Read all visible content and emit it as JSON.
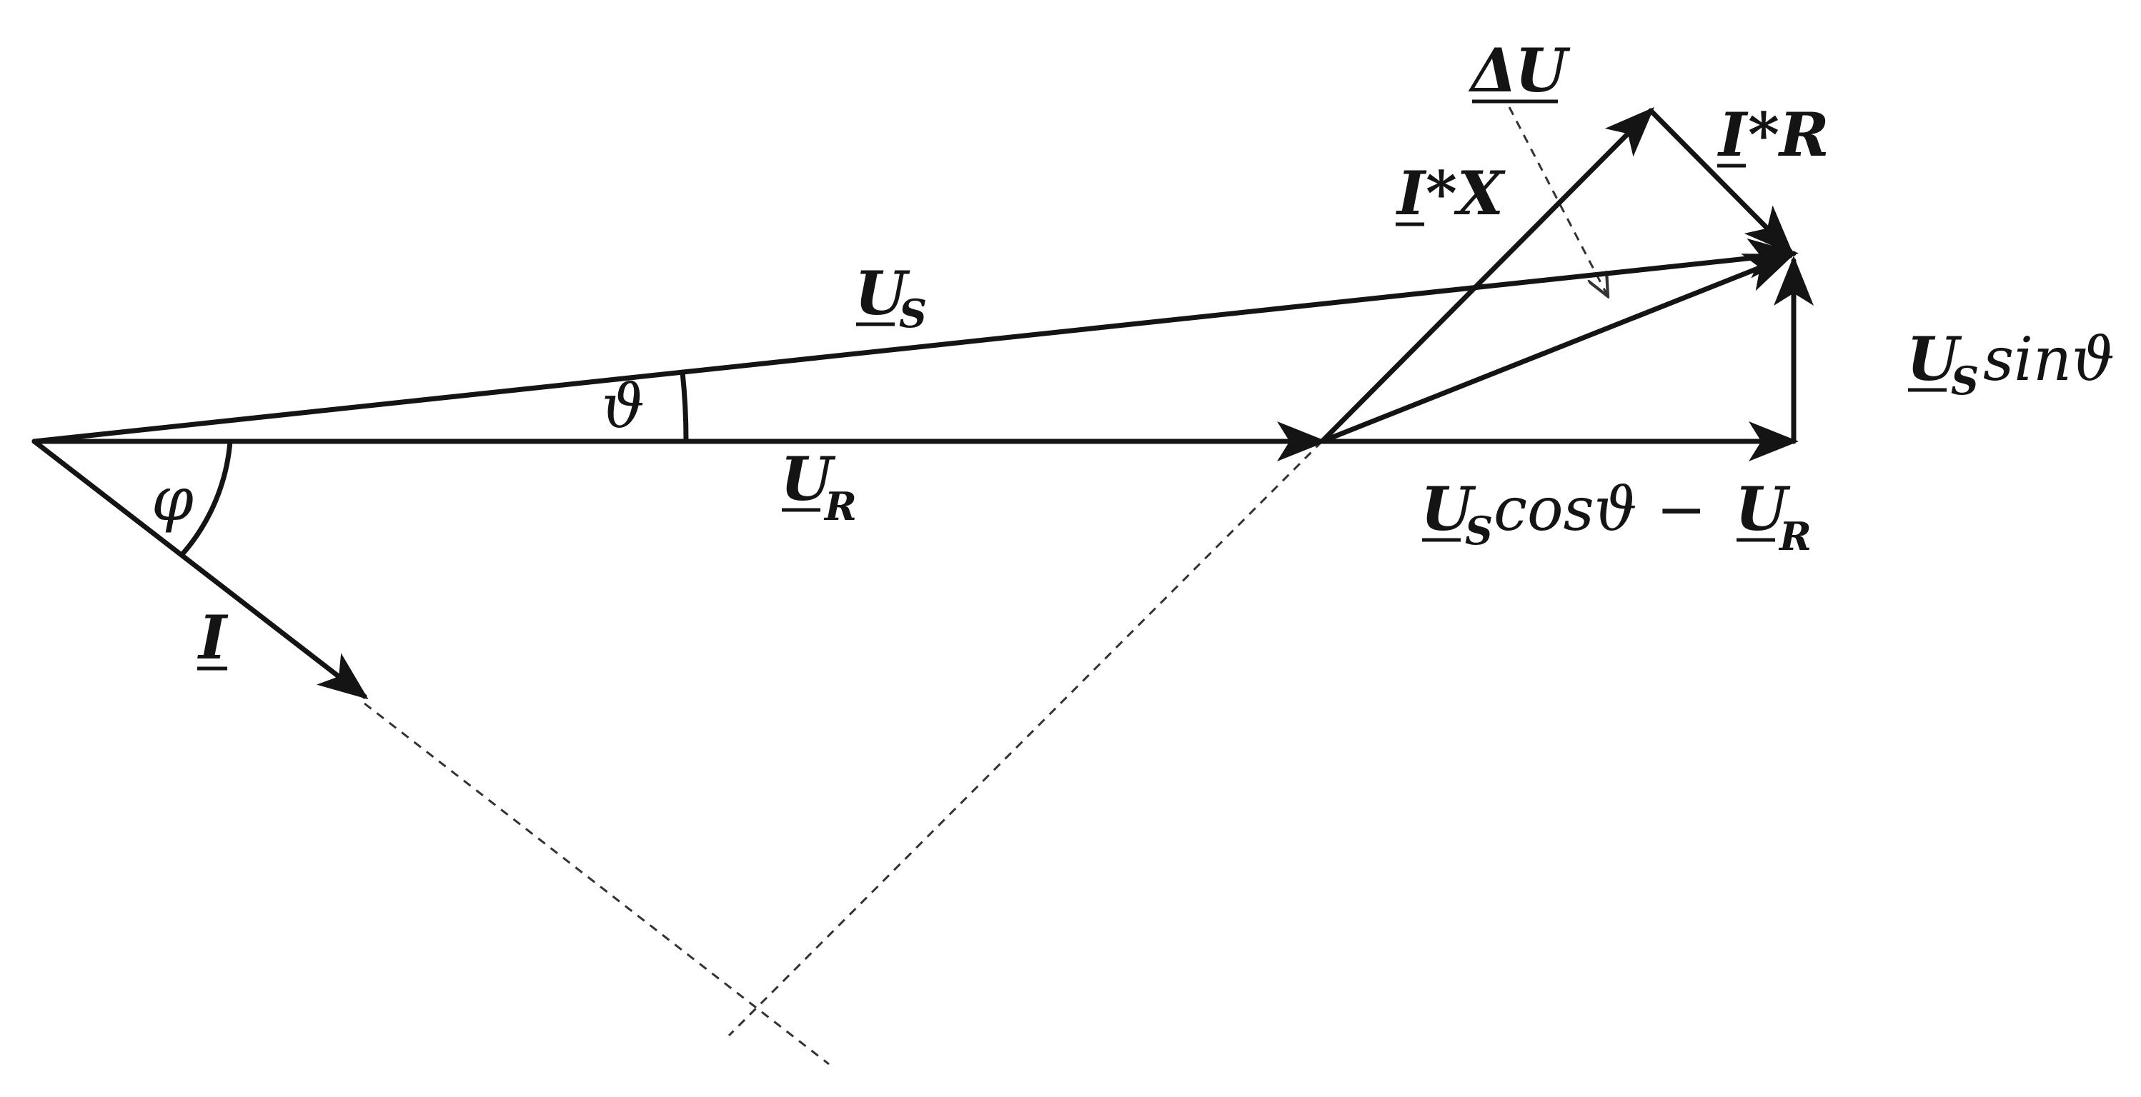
{
  "labels": {
    "u_s": {
      "main": "U",
      "sub": "S"
    },
    "u_r": {
      "main": "U",
      "sub": "R"
    },
    "current": "I",
    "delta_u": {
      "delta": "Δ",
      "main": "U"
    },
    "i_x": {
      "main": "I",
      "rest": "*X"
    },
    "i_r": {
      "main": "I",
      "rest": "*R"
    },
    "u_s_sin": {
      "main": "U",
      "sub": "S",
      "rest": "sinϑ"
    },
    "u_s_cos": {
      "main1": "U",
      "sub1": "S",
      "rest": "cosϑ − ",
      "main2": "U",
      "sub2": "R"
    },
    "theta": "ϑ",
    "phi": "φ"
  },
  "colors": {
    "ink": "#141414",
    "dashed": "#333333"
  }
}
